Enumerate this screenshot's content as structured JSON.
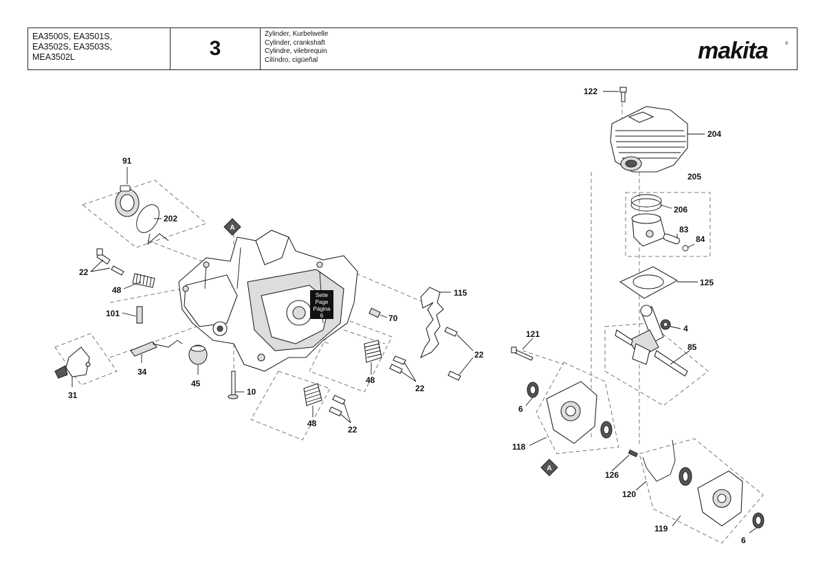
{
  "header": {
    "models": [
      "EA3500S, EA3501S,",
      "EA3502S, EA3503S,",
      "MEA3502L"
    ],
    "page_number": "3",
    "titles": [
      "Zylinder, Kurbelwelle",
      "Cylinder, crankshaft",
      "Cylindre, vilebrequin",
      "Cilíndro, cigüeñal"
    ],
    "brand": "makita"
  },
  "reference_box": {
    "lines": [
      "Seite",
      "Page",
      "Página",
      "6"
    ]
  },
  "markers": {
    "a_label": "A"
  },
  "part_labels": [
    "91",
    "202",
    "22",
    "48",
    "101",
    "34",
    "45",
    "31",
    "10",
    "70",
    "115",
    "22",
    "48",
    "22",
    "48",
    "22",
    "122",
    "204",
    "205",
    "206",
    "83",
    "84",
    "125",
    "4",
    "85",
    "121",
    "6",
    "118",
    "126",
    "120",
    "119",
    "6"
  ]
}
